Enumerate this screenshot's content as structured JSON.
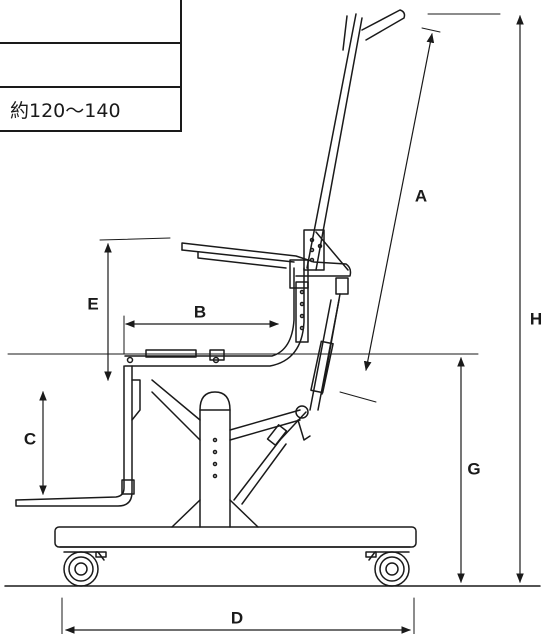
{
  "spec_table": {
    "rows": [
      "",
      "",
      "約120〜140"
    ]
  },
  "dimensions": {
    "A": "A",
    "B": "B",
    "C": "C",
    "D": "D",
    "E": "E",
    "G": "G",
    "H": "H"
  }
}
